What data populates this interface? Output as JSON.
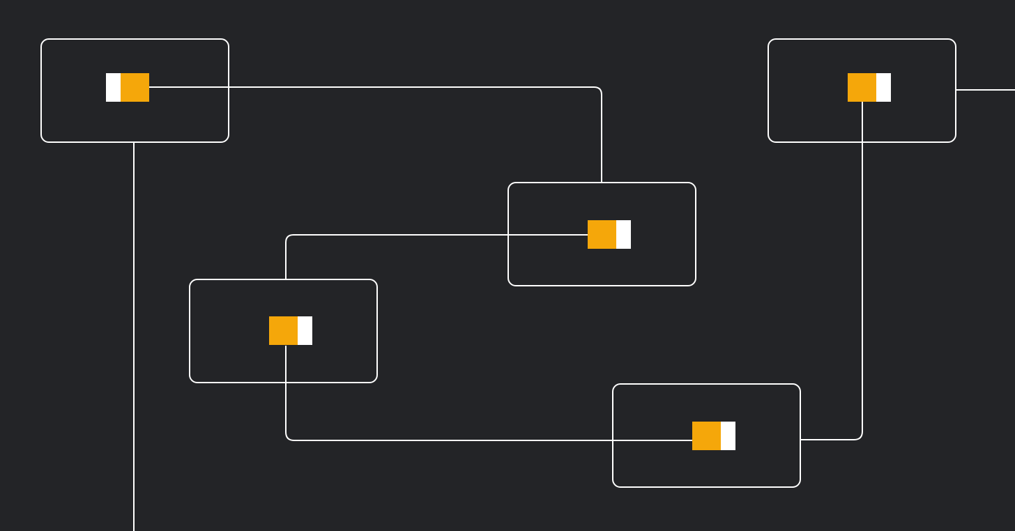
{
  "diagram": {
    "background_color": "#232427",
    "line_color": "#ffffff",
    "nodes": [
      {
        "id": "node-a",
        "indicator": {
          "fill_side": "right",
          "fill_color": "#f5a70a",
          "empty_color": "#ffffff"
        }
      },
      {
        "id": "node-b",
        "indicator": {
          "fill_side": "left",
          "fill_color": "#f5a70a",
          "empty_color": "#ffffff"
        }
      },
      {
        "id": "node-c",
        "indicator": {
          "fill_side": "left",
          "fill_color": "#f5a70a",
          "empty_color": "#ffffff"
        }
      },
      {
        "id": "node-d",
        "indicator": {
          "fill_side": "left",
          "fill_color": "#f5a70a",
          "empty_color": "#ffffff"
        }
      },
      {
        "id": "node-e",
        "indicator": {
          "fill_side": "left",
          "fill_color": "#f5a70a",
          "empty_color": "#ffffff"
        }
      }
    ],
    "connections": [
      {
        "from": "node-a",
        "to": "node-c"
      },
      {
        "from": "node-c",
        "to": "node-d"
      },
      {
        "from": "node-d",
        "to": "node-e"
      },
      {
        "from": "node-e",
        "to": "node-b"
      },
      {
        "from": "node-a",
        "to": "offscreen-bottom"
      },
      {
        "from": "node-b",
        "to": "offscreen-right"
      }
    ]
  }
}
